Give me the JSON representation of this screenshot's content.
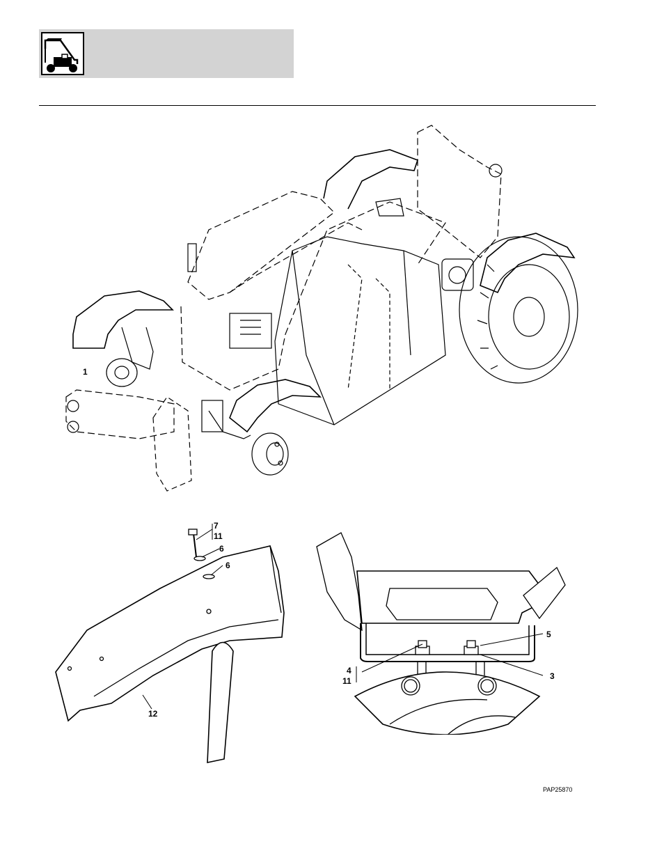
{
  "header": {
    "icon": "telehandler-machine-icon"
  },
  "callouts": {
    "c1": "1",
    "c7": "7",
    "c11a": "11",
    "c6a": "6",
    "c6b": "6",
    "c12": "12",
    "c5": "5",
    "c4": "4",
    "c11b": "11",
    "c3": "3"
  },
  "figure_code": "PAP25870"
}
